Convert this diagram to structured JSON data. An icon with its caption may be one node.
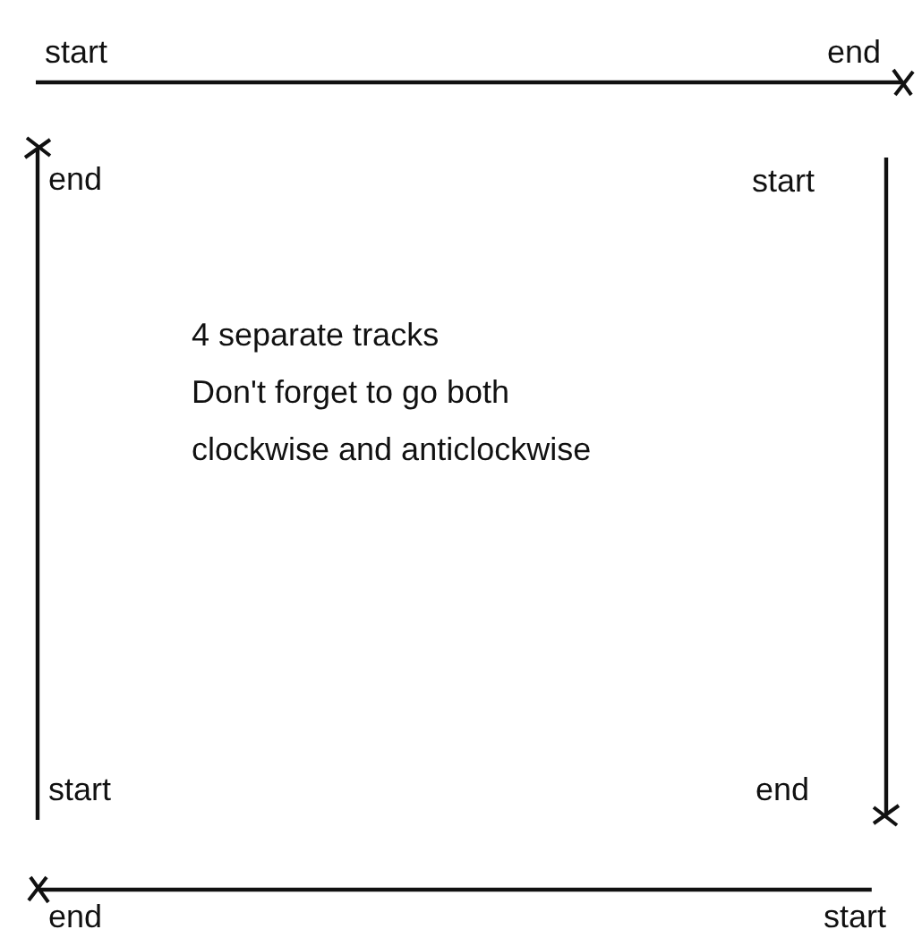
{
  "diagram": {
    "nodes": [
      {
        "text": [
          "start"
        ]
      },
      {
        "text": [
          "end"
        ]
      },
      {
        "text": [
          "end"
        ]
      },
      {
        "text": [
          "start"
        ]
      },
      {
        "text": [
          "start"
        ]
      },
      {
        "text": [
          "end"
        ]
      },
      {
        "text": [
          "end"
        ]
      },
      {
        "text": [
          "start"
        ]
      }
    ],
    "edges": [
      {
        "from": 0,
        "to": 1,
        "arrow": "other"
      },
      {
        "from": 4,
        "to": 2,
        "arrow": "other"
      },
      {
        "from": 3,
        "to": 5,
        "arrow": "other"
      },
      {
        "from": 7,
        "to": 6,
        "arrow": "other"
      }
    ],
    "labels": [
      "4 separate tracks",
      "Don't forget to go both clockwise and anticlockwise"
    ]
  }
}
